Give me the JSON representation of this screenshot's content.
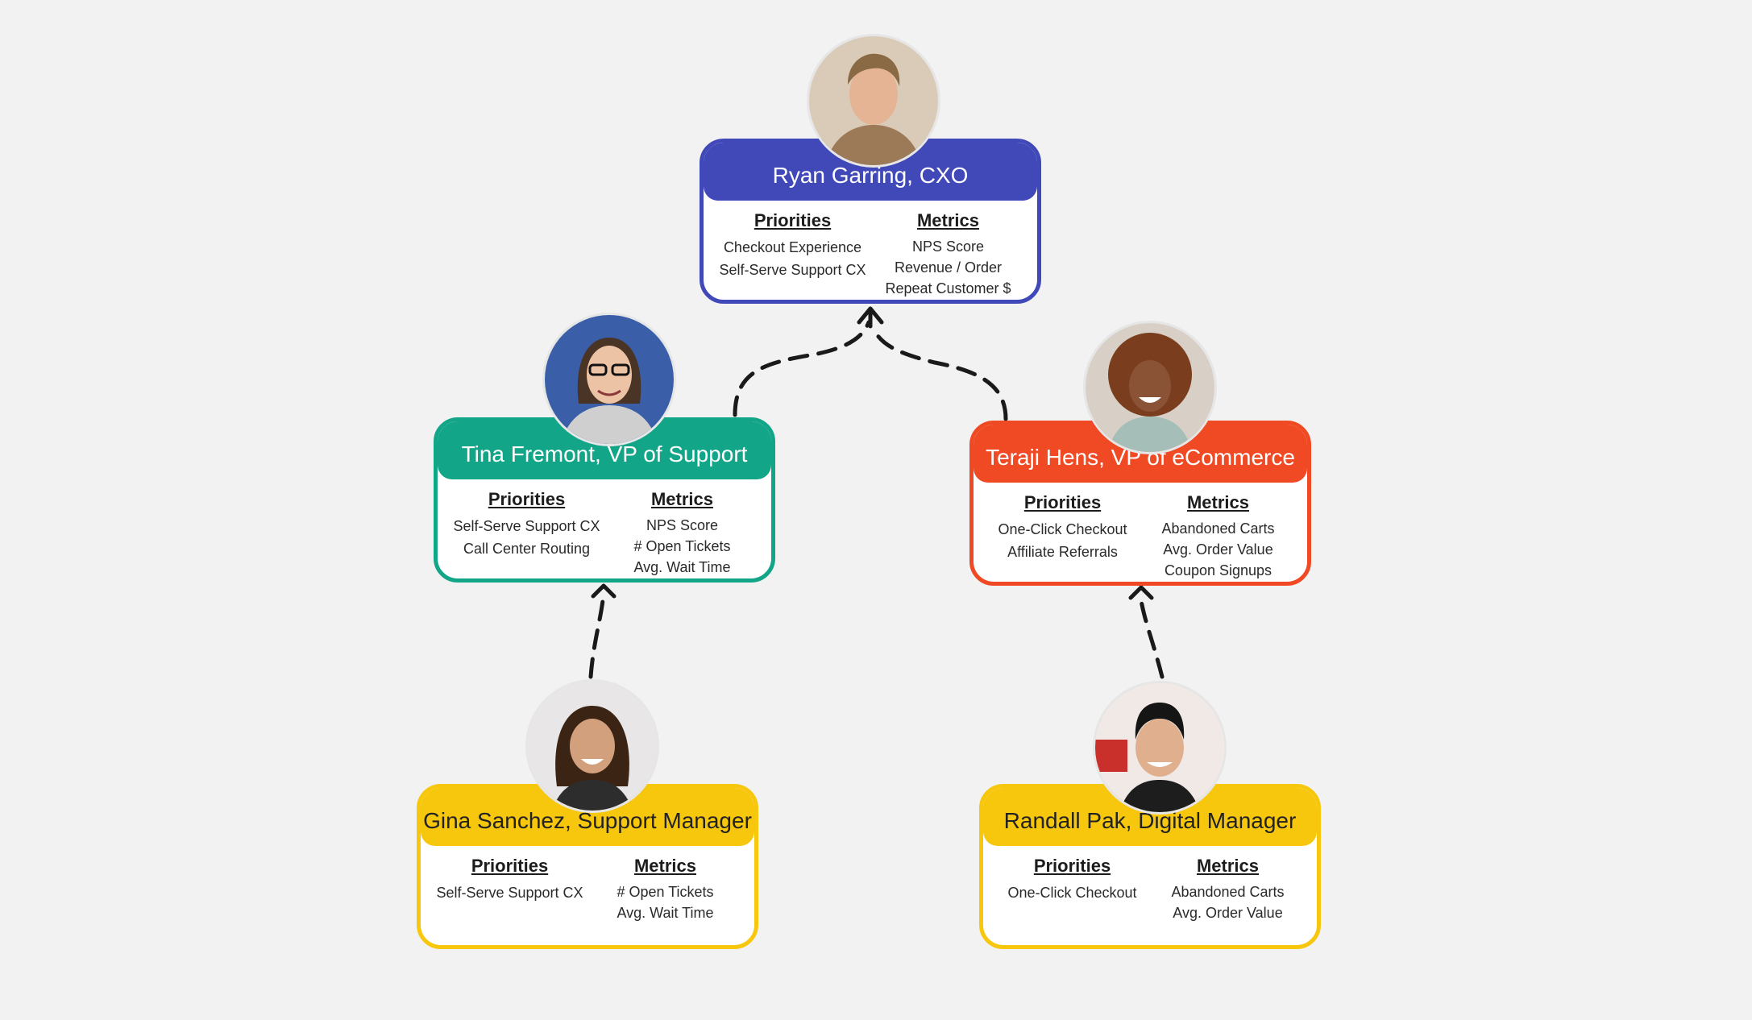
{
  "colors": {
    "cxo": "#4149b8",
    "vp_support": "#13a587",
    "vp_ecommerce": "#ef4a24",
    "manager": "#f7c70e",
    "background": "#f2f2f2",
    "connector": "#1a1a1a"
  },
  "nodes": {
    "ryan": {
      "name": "Ryan Garring, CXO",
      "priorities_title": "Priorities",
      "metrics_title": "Metrics",
      "priorities": [
        "Checkout Experience",
        "Self-Serve Support CX"
      ],
      "metrics": [
        "NPS Score",
        "Revenue / Order",
        "Repeat Customer $"
      ]
    },
    "tina": {
      "name": "Tina Fremont, VP of Support",
      "priorities_title": "Priorities",
      "metrics_title": "Metrics",
      "priorities": [
        "Self-Serve Support CX",
        "Call Center Routing"
      ],
      "metrics": [
        "NPS Score",
        "# Open Tickets",
        "Avg. Wait Time"
      ]
    },
    "teraji": {
      "name": "Teraji Hens, VP of eCommerce",
      "priorities_title": "Priorities",
      "metrics_title": "Metrics",
      "priorities": [
        "One-Click Checkout",
        "Affiliate Referrals"
      ],
      "metrics": [
        "Abandoned Carts",
        "Avg. Order Value",
        "Coupon Signups"
      ]
    },
    "gina": {
      "name": "Gina Sanchez, Support Manager",
      "priorities_title": "Priorities",
      "metrics_title": "Metrics",
      "priorities": [
        "Self-Serve Support CX"
      ],
      "metrics": [
        "# Open Tickets",
        "Avg. Wait Time"
      ]
    },
    "randall": {
      "name": "Randall Pak, Digital Manager",
      "priorities_title": "Priorities",
      "metrics_title": "Metrics",
      "priorities": [
        "One-Click Checkout"
      ],
      "metrics": [
        "Abandoned Carts",
        "Avg. Order Value"
      ]
    }
  },
  "edges": [
    {
      "from": "tina",
      "to": "ryan",
      "style": "dashed-arrow"
    },
    {
      "from": "teraji",
      "to": "ryan",
      "style": "dashed-arrow"
    },
    {
      "from": "gina",
      "to": "tina",
      "style": "dashed-arrow"
    },
    {
      "from": "randall",
      "to": "teraji",
      "style": "dashed-arrow"
    }
  ]
}
